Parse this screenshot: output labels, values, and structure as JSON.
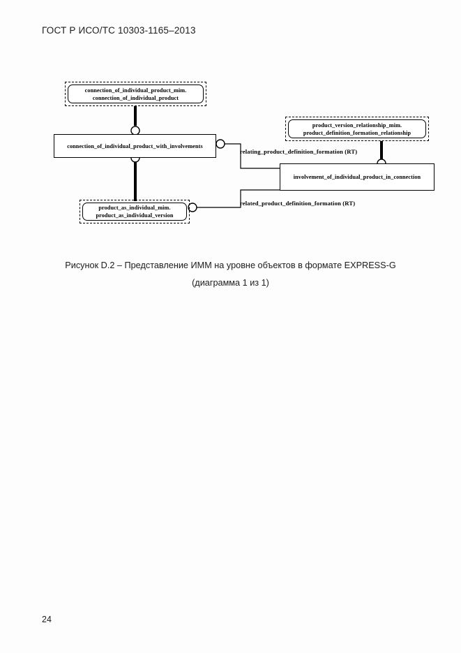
{
  "document": {
    "header": "ГОСТ Р ИСО/ТС 10303-1165–2013",
    "page_number": "24"
  },
  "caption": {
    "line1": "Рисунок D.2 – Представление ИММ на уровне объектов в формате EXPRESS-G",
    "line2": "(диаграмма 1 из 1)"
  },
  "diagram": {
    "type": "EXPRESS-G",
    "nodes": [
      {
        "id": "connection_of_individual_product_mim",
        "style": "dashed-schema-box",
        "line1": "connection_of_individual_product_mim.",
        "line2": "connection_of_individual_product"
      },
      {
        "id": "connection_of_individual_product_with_involvements",
        "style": "entity-box",
        "line1": "connection_of_individual_product_with_involvements"
      },
      {
        "id": "product_version_relationship_mim",
        "style": "dashed-schema-box",
        "line1": "product_version_relationship_mim.",
        "line2": "product_definition_formation_relationship"
      },
      {
        "id": "involvement_of_individual_product_in_connection",
        "style": "entity-box",
        "line1": "involvement_of_individual_product_in_connection"
      },
      {
        "id": "product_as_individual_mim",
        "style": "dashed-schema-box",
        "line1": "product_as_individual_mim.",
        "line2": "product_as_individual_version"
      }
    ],
    "edge_labels": [
      "relating_product_definition_formation (RT)",
      "related_product_definition_formation (RT)"
    ],
    "colors": {
      "line": "#000000",
      "fill": "#ffffff",
      "text": "#000000"
    }
  }
}
